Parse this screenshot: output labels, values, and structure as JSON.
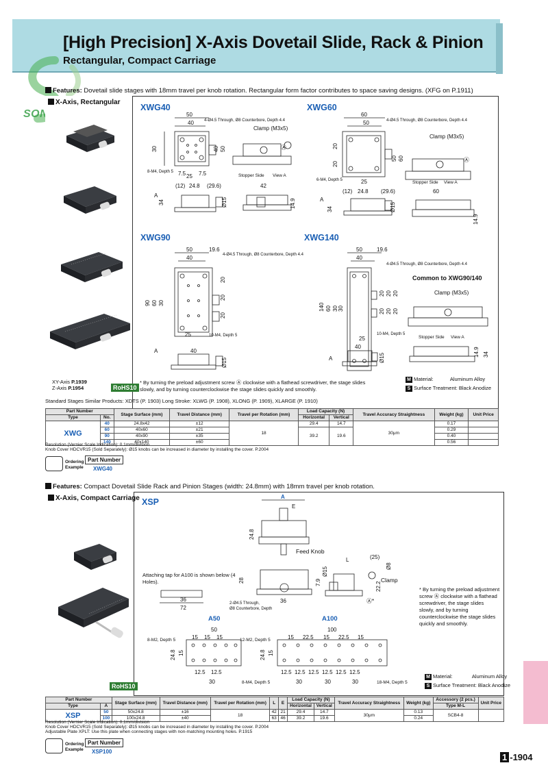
{
  "header": {
    "title": "[High Precision] X-Axis Dovetail Slide, Rack & Pinion",
    "subtitle": "Rectangular, Compact Carriage",
    "logo_text": "SON LONG"
  },
  "section1": {
    "features_label": "Features:",
    "features_text": "Dovetail slide stages with 18mm travel per knob rotation. Rectangular form factor contributes to space saving designs. (XFG on P.1911)",
    "panel_label": "X-Axis, Rectangular",
    "models": [
      "XWG40",
      "XWG60",
      "XWG90",
      "XWG140"
    ],
    "common_label": "Common to XWG90/140",
    "clamp_label": "Clamp (M3x5)",
    "stopper_label": "Stopper Side",
    "view_label": "View A",
    "xy_axis": "XY-Axis",
    "xy_page": "P.1939",
    "z_axis": "Z-Axis",
    "z_page": "P.1954",
    "rohs": "RoHS10",
    "preload_note": "* By turning the preload adjustment screw Ⓐ clockwise with a flathead screwdriver, the stage slides slowly, and by turning counterclockwise the stage slides quickly and smoothly.",
    "material_label": "Material:",
    "material_value": "Aluminum Alloy",
    "surface_label": "Surface Treatment:",
    "surface_value": "Black Anodize",
    "similar_products": "Standard Stages Similar Products: XDTS (P. 1903)   Long Stroke: XLWG (P. 1908), XLONG (P. 1909), XLARGE (P. 1910)",
    "table": {
      "headers": [
        "Part Number",
        "Stage Surface (mm)",
        "Travel Distance (mm)",
        "Travel per Rotation (mm)",
        "Load Capacity (N)",
        "Travel Accuracy Straightness",
        "Weight (kg)",
        "Unit Price"
      ],
      "sub_headers": [
        "Type",
        "No.",
        "Horizontal",
        "Vertical"
      ],
      "type": "XWG",
      "rows": [
        {
          "no": "40",
          "surface": "24.8x42",
          "travel": "±12",
          "horizontal": "29.4",
          "vertical": "14.7",
          "weight": "0.17"
        },
        {
          "no": "60",
          "surface": "40x60",
          "travel": "±21",
          "horizontal": "",
          "vertical": "",
          "weight": "0.29"
        },
        {
          "no": "90",
          "surface": "40x90",
          "travel": "±35",
          "horizontal": "39.2",
          "vertical": "19.6",
          "weight": "0.40"
        },
        {
          "no": "140",
          "surface": "40x140",
          "travel": "±60",
          "horizontal": "",
          "vertical": "",
          "weight": "0.56"
        }
      ],
      "per_rotation": "18",
      "accuracy": "30μm"
    },
    "footnote1": "Resolution (Vernier Scale Indication): 0.1mm/division",
    "footnote2": "Knob Cover HDCVR15 (Sold Separately): Ø15 knobs can be increased in diameter by installing the cover. P.2004",
    "ordering_label": "Ordering Example",
    "part_number_label": "Part Number",
    "part_number_value": "XWG40"
  },
  "section2": {
    "features_label": "Features:",
    "features_text": "Compact Dovetail Slide Rack and Pinion Stages (width: 24.8mm) with 18mm travel per knob rotation.",
    "panel_label": "X-Axis, Compact Carriage",
    "model": "XSP",
    "feed_knob": "Feed Knob",
    "clamp": "Clamp",
    "tap_note": "Attaching tap for A100 is shown below (4 Holes).",
    "through_note": "2-Ø4.5 Through, Ø8 Counterbore, Depth",
    "a50": "A50",
    "a100": "A100",
    "rohs": "RoHS10",
    "preload_note": "* By turning the preload adjustment screw Ⓐ clockwise with a flathead screwdriver, the stage slides slowly, and by turning counterclockwise the stage slides quickly and smoothly.",
    "material_label": "Material:",
    "material_value": "Aluminum Alloy",
    "surface_label": "Surface Treatment:",
    "surface_value": "Black Anodize",
    "table": {
      "headers": [
        "Part Number",
        "Stage Surface (mm)",
        "Travel Distance (mm)",
        "Travel per Rotation (mm)",
        "L",
        "E",
        "Load Capacity (N)",
        "Travel Accuracy Straightness",
        "Weight (kg)",
        "Accessory (2 pcs.)",
        "Unit Price"
      ],
      "sub_headers": [
        "Type",
        "A",
        "Horizontal",
        "Vertical",
        "Type M-L"
      ],
      "type": "XSP",
      "rows": [
        {
          "a": "50",
          "surface": "50x24.8",
          "travel": "±16",
          "l": "42",
          "e": "21",
          "horizontal": "29.4",
          "vertical": "14.7",
          "weight": "0.13"
        },
        {
          "a": "100",
          "surface": "100x24.8",
          "travel": "±40",
          "l": "63",
          "e": "46",
          "horizontal": "39.2",
          "vertical": "19.6",
          "weight": "0.24"
        }
      ],
      "per_rotation": "18",
      "accuracy": "30μm",
      "accessory": "SCB4-8"
    },
    "footnote1": "Resolution (Vernier Scale Indication): 0.1mm/division",
    "footnote2": "Knob Cover HDCVR15 (Sold Separately): Ø15 knobs can be increased in diameter by installing the cover. P.2004",
    "footnote3": "Adjustable Plate XPLT: Use this plate when connecting stages with non-matching mounting holes. P.1915",
    "ordering_label": "Ordering Example",
    "part_number_label": "Part Number",
    "part_number_value": "XSP100"
  },
  "page": {
    "prefix": "1",
    "number": "-1904"
  }
}
